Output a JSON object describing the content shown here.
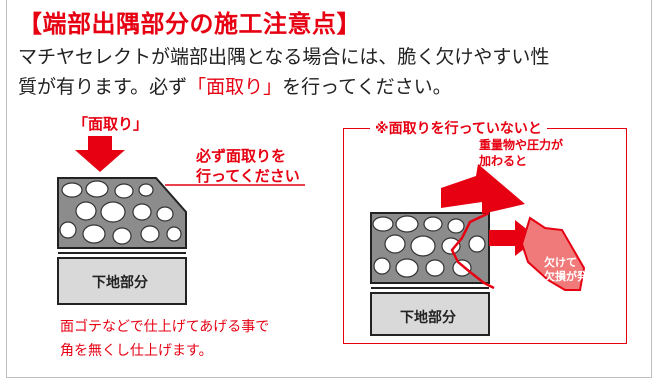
{
  "title": "【端部出隅部分の施工注意点】",
  "paragraph": {
    "line1": "マチヤセレクトが端部出隅となる場合には、脆く欠けやすい性",
    "line2_prefix": "質が有ります。必ず",
    "line2_highlight": "「面取り」",
    "line2_suffix": "を行ってください。"
  },
  "left_figure": {
    "chamfer_label": "「面取り」",
    "callout_line1": "必ず面取りを",
    "callout_line2": "行ってください",
    "base_label": "下地部分",
    "note_line1": "面ゴテなどで仕上げてあげる事で",
    "note_line2": "角を無くし仕上げます。"
  },
  "right_figure": {
    "box_title": "※面取りを行っていないと",
    "pressure_line1": "重量物や圧力が",
    "pressure_line2": "加わると",
    "chip_line1": "欠けて",
    "chip_line2": "欠損が発生",
    "base_label": "下地部分"
  },
  "colors": {
    "accent": "#e60012",
    "aggregate": "#8c8c8c",
    "base": "#d9d9d9"
  }
}
